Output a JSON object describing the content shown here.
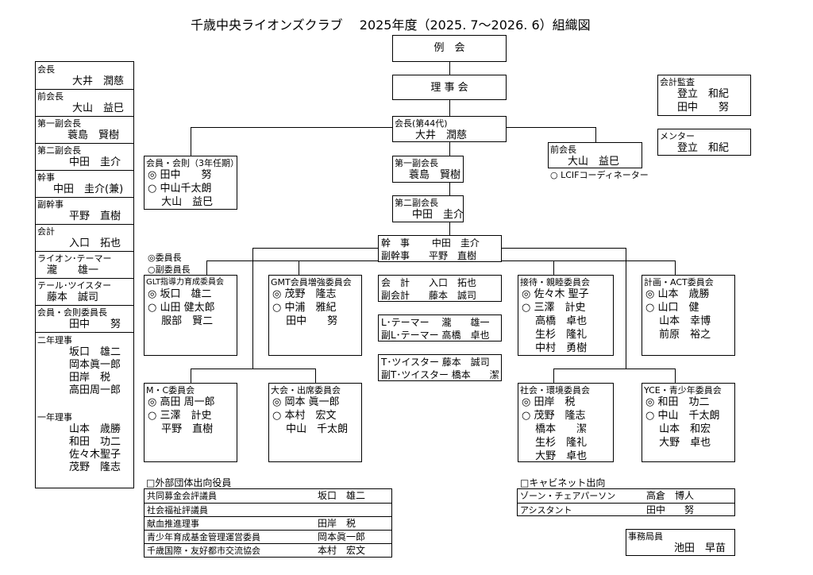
{
  "title": "千歳中央ライオンズクラブ　 2025年度（2025. 7～2026. 6）組織図",
  "left_roster": [
    {
      "role": "会長",
      "name": "大井　潤慈"
    },
    {
      "role": "前会長",
      "name": "大山　益巳"
    },
    {
      "role": "第一副会長",
      "name": "蓑島　賢樹"
    },
    {
      "role": "第二副会長",
      "name": "中田　圭介"
    },
    {
      "role": "幹事",
      "name": "中田　圭介(兼)"
    },
    {
      "role": "副幹事",
      "name": "平野　直樹"
    },
    {
      "role": "会計",
      "name": "入口　拓也"
    },
    {
      "role": "ライオン･テーマー",
      "name": "瀧　　雄一"
    },
    {
      "role": "テール･ツイスター",
      "name": "藤本　誠司"
    },
    {
      "role": "会員・会則委員長",
      "name": "田中　　努"
    }
  ],
  "second_year": {
    "label": "二年理事",
    "names": [
      "坂口　雄二",
      "岡本眞一郎",
      "田岸　税",
      "高田周一郎"
    ]
  },
  "first_year": {
    "label": "一年理事",
    "names": [
      "山本　歳勝",
      "和田　功二",
      "佐々木聖子",
      "茂野　隆志"
    ]
  },
  "reikai": "例　会",
  "rijikai": "理 事 会",
  "president": {
    "title": "会長(第44代)",
    "name": "大井　潤慈"
  },
  "vp1": {
    "title": "第一副会長",
    "name": "蓑島　賢樹"
  },
  "vp2": {
    "title": "第二副会長",
    "name": "中田　圭介"
  },
  "past_president": {
    "title": "前会長",
    "name": "大山　益巳",
    "note": "○ LCIFコーディネーター"
  },
  "audit": {
    "title": "会計監査",
    "names": [
      "登立　和紀",
      "田中　　努"
    ]
  },
  "mentor": {
    "title": "メンター",
    "name": "登立　和紀"
  },
  "membership": {
    "title": "会員・会則（3年任期）",
    "lines": [
      "◎ 田中　　努",
      "○ 中山千太朗",
      "　 大山　益巳"
    ]
  },
  "secretary": {
    "lines": [
      "幹　事　　 中田　圭介",
      "副幹事　　平野　直樹"
    ]
  },
  "legend": [
    "◎委員長",
    "○副委員長"
  ],
  "treasurer": {
    "lines": [
      "会　計　　入口　拓也",
      "副会計　　藤本　誠司"
    ]
  },
  "tamer": {
    "lines": [
      "L･テーマー　 瀧　　雄一",
      "副L･テーマー 高橋　卓也"
    ]
  },
  "twister": {
    "lines": [
      "T･ツイスター 藤本　誠司",
      "副T･ツイスター 橋本　　潔"
    ]
  },
  "committees": {
    "glt": {
      "title": "GLT指導力育成委員会",
      "lines": [
        "◎ 坂口　雄二",
        "○ 山田 健太郎",
        "　 服部　賢二"
      ]
    },
    "gmt": {
      "title": "GMT会員増強委員会",
      "lines": [
        "◎ 茂野　隆志",
        "○ 中浦　雅紀",
        "　 田中　　努"
      ]
    },
    "reception": {
      "title": "接待・親睦委員会",
      "lines": [
        "◎ 佐々木 聖子",
        "○ 三澤　計史",
        "　 高橋　卓也",
        "　 生杉　隆礼",
        "　 中村　勇樹"
      ]
    },
    "planning": {
      "title": "計画・ACT委員会",
      "lines": [
        "◎ 山本　歳勝",
        "○ 山口　健",
        "　 山本　幸博",
        "　 前原　裕之"
      ]
    },
    "mc": {
      "title": "M・C委員会",
      "lines": [
        "◎ 高田 周一郎",
        "○ 三澤　計史",
        "　 平野　直樹"
      ]
    },
    "convention": {
      "title": "大会・出席委員会",
      "lines": [
        "◎ 岡本 眞一郎",
        "○ 本村　宏文",
        "　 中山　千太朗"
      ]
    },
    "social": {
      "title": "社会・環境委員会",
      "lines": [
        "◎ 田岸　税",
        "○ 茂野　隆志",
        "　 橋本　　潔",
        "　 生杉　隆礼",
        "　 大野　卓也"
      ]
    },
    "yce": {
      "title": "YCE・青少年委員会",
      "lines": [
        "◎ 和田　功二",
        "○ 中山　千太朗",
        "　 山本　和宏",
        "　 大野　卓也"
      ]
    }
  },
  "external": {
    "heading": "□外部団体出向役員",
    "rows": [
      {
        "org": "共同募金会評議員",
        "name": "坂口　雄二"
      },
      {
        "org": "社会福祉評議員",
        "name": ""
      },
      {
        "org": "献血推進理事",
        "name": "田岸　税"
      },
      {
        "org": "青少年育成基金管理運営委員",
        "name": "岡本眞一郎"
      },
      {
        "org": "千歳国際・友好都市交流協会",
        "name": "本村　宏文"
      }
    ]
  },
  "cabinet": {
    "heading": "□キャビネット出向",
    "rows": [
      {
        "role": "ゾーン・チェアパーソン",
        "name": "高倉　博人"
      },
      {
        "role": "アシスタント",
        "name": "田中　　努"
      }
    ]
  },
  "office": {
    "title": "事務局員",
    "name": "池田　早苗"
  }
}
